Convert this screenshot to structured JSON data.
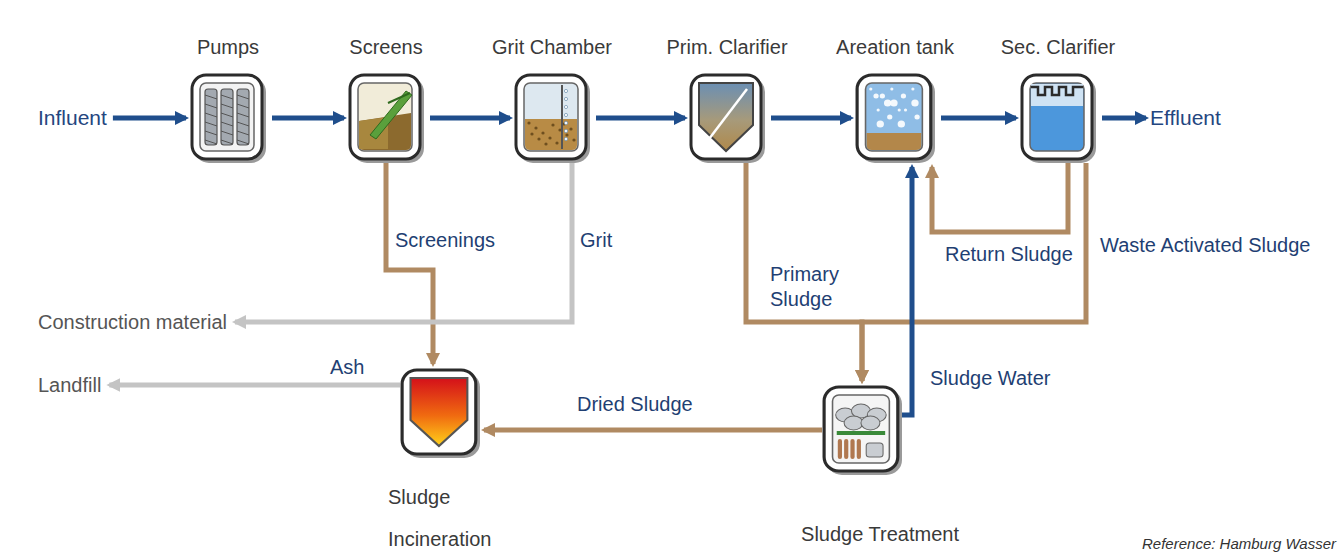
{
  "diagram": {
    "nodes": [
      {
        "text": [
          "Influent"
        ]
      },
      {
        "text": [
          "Pumps"
        ]
      },
      {
        "text": [
          "Screens"
        ]
      },
      {
        "text": [
          "Grit Chamber"
        ]
      },
      {
        "text": [
          "Prim. Clarifier"
        ]
      },
      {
        "text": [
          "Areation tank"
        ]
      },
      {
        "text": [
          "Sec. Clarifier"
        ]
      },
      {
        "text": [
          "Effluent"
        ]
      },
      {
        "text": [
          "Construction material"
        ]
      },
      {
        "text": [
          "Landfill"
        ]
      },
      {
        "text": [
          "Sludge Incineration"
        ]
      },
      {
        "text": [
          "Sludge Treatment"
        ]
      }
    ],
    "edges": [
      {
        "from": 0,
        "to": 1,
        "arrow": "to"
      },
      {
        "from": 1,
        "to": 2,
        "arrow": "to"
      },
      {
        "from": 2,
        "to": 3,
        "arrow": "to"
      },
      {
        "from": 3,
        "to": 4,
        "arrow": "to"
      },
      {
        "from": 4,
        "to": 5,
        "arrow": "to"
      },
      {
        "from": 5,
        "to": 6,
        "arrow": "to"
      },
      {
        "from": 6,
        "to": 7,
        "arrow": "to"
      },
      {
        "from": 2,
        "to": 10,
        "label": "Screenings",
        "arrow": "to"
      },
      {
        "from": 3,
        "to": 8,
        "label": "Grit",
        "arrow": "to"
      },
      {
        "from": 4,
        "to": 11,
        "label": "Primary Sludge",
        "arrow": "to"
      },
      {
        "from": 6,
        "to": 5,
        "label": "Return Sludge",
        "arrow": "to"
      },
      {
        "from": 6,
        "to": 11,
        "label": "Waste Activated Sludge",
        "arrow": "to"
      },
      {
        "from": 11,
        "to": 5,
        "label": "Sludge Water",
        "arrow": "to"
      },
      {
        "from": 11,
        "to": 10,
        "label": "Dried Sludge",
        "arrow": "to"
      },
      {
        "from": 10,
        "to": 9,
        "label": "Ash",
        "arrow": "to"
      }
    ],
    "labels": [
      "Reference: Hamburg Wasser"
    ]
  }
}
